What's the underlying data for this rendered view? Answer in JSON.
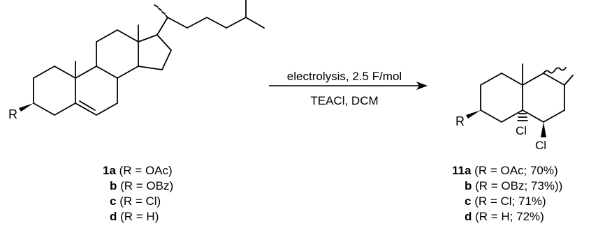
{
  "reaction": {
    "conditions_above": "electrolysis, 2.5 F/mol",
    "conditions_below": "TEACl, DCM"
  },
  "reactant": {
    "r_label": "R",
    "substituent_table": [
      {
        "compound": "1a",
        "detail": " (R = OAc)"
      },
      {
        "compound": "b",
        "detail": " (R = OBz)"
      },
      {
        "compound": "c",
        "detail": " (R = Cl)"
      },
      {
        "compound": "d",
        "detail": " (R = H)"
      }
    ]
  },
  "product": {
    "r_label": "R",
    "cl_label_1": "Cl",
    "cl_label_2": "Cl",
    "substituent_table": [
      {
        "compound": "11a",
        "detail": " (R = OAc; 70%)"
      },
      {
        "compound": "b",
        "detail": " (R = OBz; 73%))"
      },
      {
        "compound": "c",
        "detail": " (R = Cl; 71%)"
      },
      {
        "compound": "d",
        "detail": " (R = H; 72%)"
      }
    ]
  },
  "colors": {
    "ink": "#000000",
    "background": "#ffffff"
  }
}
